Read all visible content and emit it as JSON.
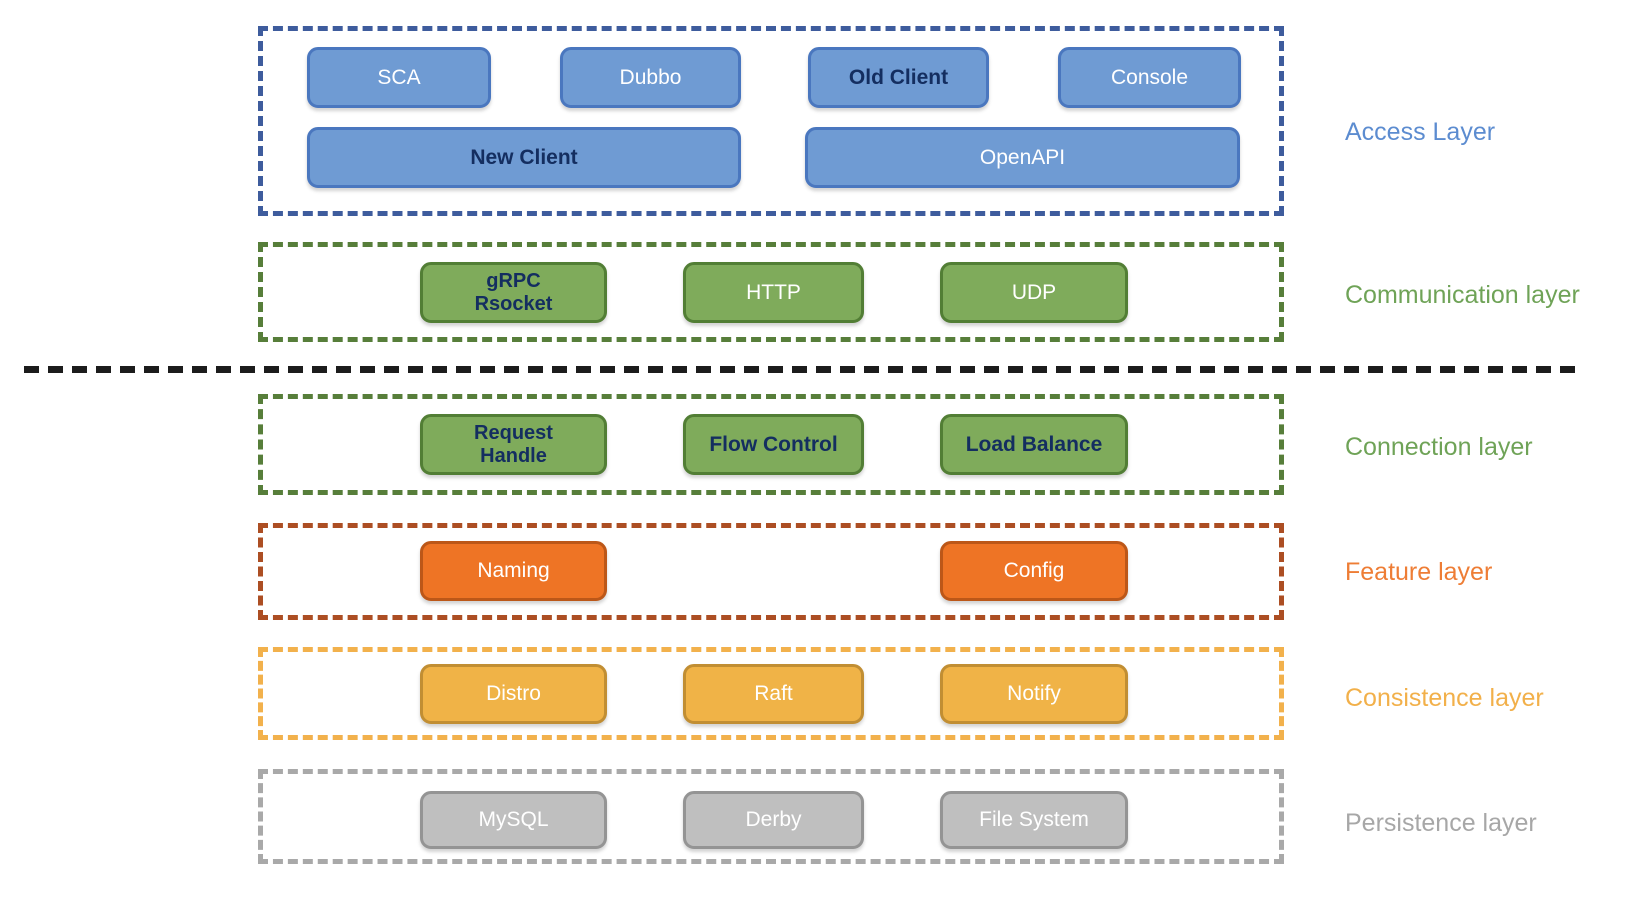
{
  "layers": {
    "access": {
      "label": "Access Layer",
      "boxes": {
        "sca": "SCA",
        "dubbo": "Dubbo",
        "old_client": "Old Client",
        "console": "Console",
        "new_client": "New Client",
        "openapi": "OpenAPI"
      }
    },
    "communication": {
      "label": "Communication layer",
      "boxes": {
        "grpc_rsocket": [
          "gRPC",
          "Rsocket"
        ],
        "http": "HTTP",
        "udp": "UDP"
      }
    },
    "connection": {
      "label": "Connection layer",
      "boxes": {
        "request_handle": [
          "Request",
          "Handle"
        ],
        "flow_control": "Flow Control",
        "load_balance": "Load Balance"
      }
    },
    "feature": {
      "label": "Feature layer",
      "boxes": {
        "naming": "Naming",
        "config": "Config"
      }
    },
    "consistence": {
      "label": "Consistence layer",
      "boxes": {
        "distro": "Distro",
        "raft": "Raft",
        "notify": "Notify"
      }
    },
    "persistence": {
      "label": "Persistence layer",
      "boxes": {
        "mysql": "MySQL",
        "derby": "Derby",
        "file_system": "File System"
      }
    }
  },
  "colors": {
    "access_border": "#3E5C9D",
    "access_box_fill": "#6F9BD3",
    "access_box_border": "#4A77BF",
    "access_label": "#5C8CD0",
    "green_layer_border": "#577E3A",
    "green_box_fill": "#7FAB5B",
    "green_box_border": "#527E35",
    "green_label": "#6FA357",
    "feature_border": "#AC4E23",
    "feature_box_fill": "#EE7425",
    "feature_box_border": "#BC5718",
    "feature_label": "#EE7D35",
    "consistence_border": "#F2B14C",
    "consistence_box_fill": "#F0B347",
    "consistence_box_border": "#C18E33",
    "consistence_label": "#F2B04A",
    "persistence_border": "#A9A9A9",
    "persistence_box_fill": "#BFBFBF",
    "persistence_box_border": "#949494",
    "persistence_label": "#A7A7A7",
    "separator": "#1C1C1C",
    "navy_text": "#142E60",
    "white_text": "#FFFFFF"
  }
}
